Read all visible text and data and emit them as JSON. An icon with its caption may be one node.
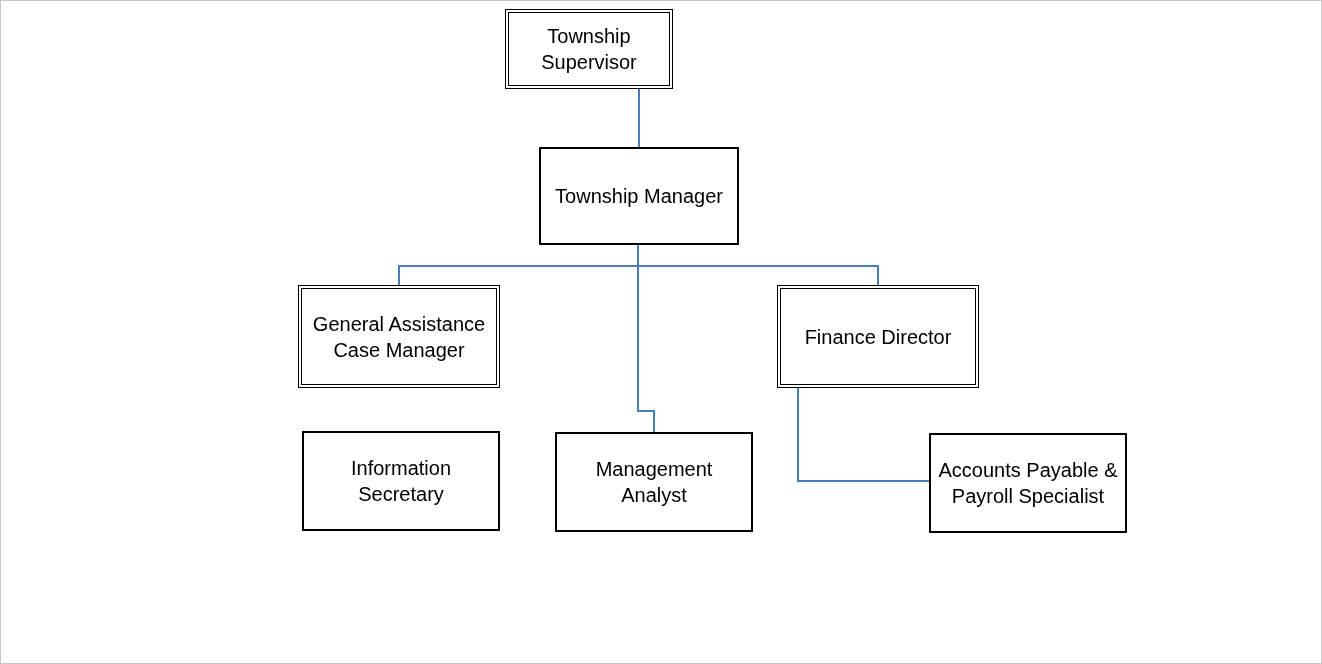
{
  "diagram": {
    "nodes": [
      {
        "text": [
          "Township Supervisor"
        ]
      },
      {
        "text": [
          "Township Manager"
        ]
      },
      {
        "text": [
          "General Assistance Case Manager"
        ]
      },
      {
        "text": [
          "Finance Director"
        ]
      },
      {
        "text": [
          "Information Secretary"
        ]
      },
      {
        "text": [
          "Management Analyst"
        ]
      },
      {
        "text": [
          "Accounts Payable & Payroll Specialist"
        ]
      }
    ],
    "edges": [
      {
        "from": 0,
        "to": 1,
        "arrow": "none"
      },
      {
        "from": 1,
        "to": 2,
        "arrow": "none"
      },
      {
        "from": 1,
        "to": 3,
        "arrow": "none"
      },
      {
        "from": 1,
        "to": 5,
        "arrow": "none"
      },
      {
        "from": 3,
        "to": 6,
        "arrow": "none"
      }
    ]
  }
}
